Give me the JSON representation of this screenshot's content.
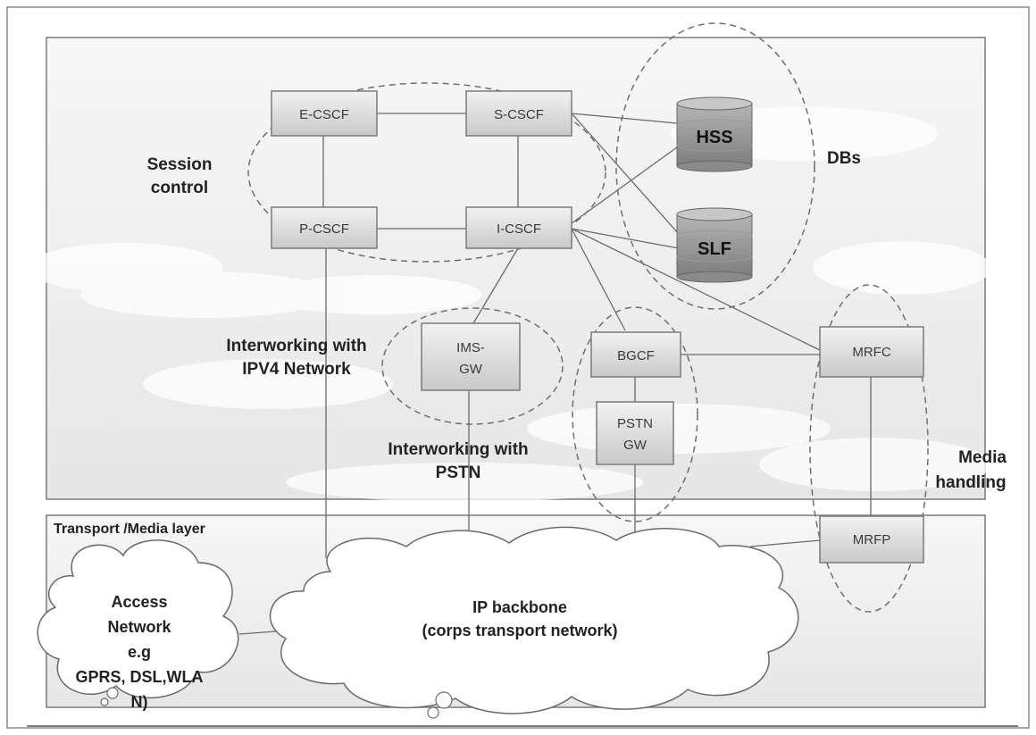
{
  "nodes": {
    "ecscf": "E-CSCF",
    "scscf": "S-CSCF",
    "pcscf": "P-CSCF",
    "icscf": "I-CSCF",
    "imsgw": [
      "IMS-",
      "GW"
    ],
    "bgcf": "BGCF",
    "pstngw": [
      "PSTN",
      "GW"
    ],
    "mrfc": "MRFC",
    "mrfp": "MRFP",
    "hss": "HSS",
    "slf": "SLF"
  },
  "areas": {
    "session_control": [
      "Session",
      "control"
    ],
    "dbs": "DBs",
    "interworking_ipv4": [
      "Interworking with",
      "IPV4 Network"
    ],
    "interworking_pstn": [
      "Interworking with",
      "PSTN"
    ],
    "media_handling": [
      "Media",
      "handling"
    ]
  },
  "transport_layer": "Transport /Media layer",
  "clouds": {
    "access_network": [
      "Access",
      "Network",
      "e.g",
      "GPRS, DSL,WLA",
      "N)"
    ],
    "ip_backbone": [
      "IP backbone",
      "(corps transport network)"
    ]
  }
}
